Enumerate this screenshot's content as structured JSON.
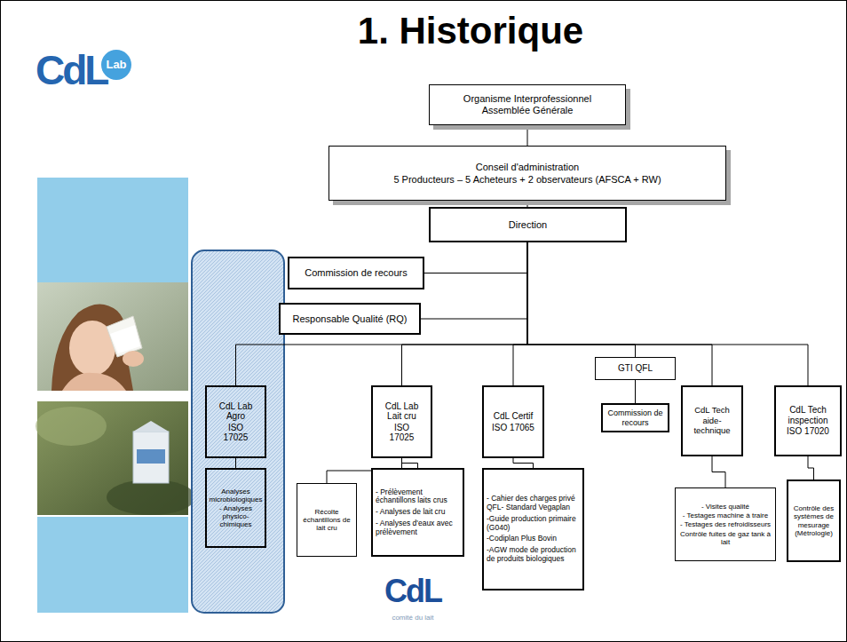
{
  "diagram": {
    "title": "1. Historique",
    "nodes": [
      {
        "text": [
          "Organisme Interprofessionnel Assemblée Générale"
        ]
      },
      {
        "text": [
          "Conseil d'administration",
          "5 Producteurs – 5 Acheteurs + 2 observateurs (AFSCA + RW)"
        ]
      },
      {
        "text": [
          "Direction"
        ]
      },
      {
        "text": [
          "Commission de recours"
        ]
      },
      {
        "text": [
          "Responsable Qualité (RQ)"
        ]
      },
      {
        "text": [
          "CdL Lab Agro",
          "ISO 17025"
        ]
      },
      {
        "text": [
          "Analyses microbiologiques",
          "- Analyses physico-chimiques"
        ]
      },
      {
        "text": [
          "CdL Lab Lait cru",
          "ISO 17025"
        ]
      },
      {
        "text": [
          "Récolte échantillons de lait cru"
        ]
      },
      {
        "text": [
          "- Prélèvement échantillons laits crus",
          "- Analyses de lait cru",
          "- Analyses d'eaux avec prélèvement"
        ]
      },
      {
        "text": [
          "CdL Certif",
          "ISO 17065"
        ]
      },
      {
        "text": [
          "- Cahier des charges privé QFL- Standard Vegaplan",
          "-Guide production primaire (G040)",
          "-Codiplan Plus Bovin",
          "-AGW mode de production de produits biologiques"
        ]
      },
      {
        "text": [
          "GTI QFL"
        ]
      },
      {
        "text": [
          "Commission de recours"
        ]
      },
      {
        "text": [
          "CdL Tech",
          "aide-technique"
        ]
      },
      {
        "text": [
          "- Visites qualité",
          "- Testages machine à traire",
          "- Testages des refroidisseurs",
          "Contrôle fuites de gaz tank à lait"
        ]
      },
      {
        "text": [
          "CdL Tech inspection",
          "ISO 17020"
        ]
      },
      {
        "text": [
          "Contrôle des systèmes de mesurage (Métrologie)"
        ]
      }
    ],
    "edges": [
      {
        "from": 0,
        "to": 1,
        "arrow": "none"
      },
      {
        "from": 1,
        "to": 2,
        "arrow": "none"
      },
      {
        "from": 2,
        "to": 3,
        "arrow": "none"
      },
      {
        "from": 2,
        "to": 4,
        "arrow": "none"
      },
      {
        "from": 2,
        "to": 5,
        "arrow": "none"
      },
      {
        "from": 2,
        "to": 7,
        "arrow": "none"
      },
      {
        "from": 2,
        "to": 10,
        "arrow": "none"
      },
      {
        "from": 2,
        "to": 12,
        "arrow": "none"
      },
      {
        "from": 2,
        "to": 14,
        "arrow": "none"
      },
      {
        "from": 2,
        "to": 16,
        "arrow": "none"
      },
      {
        "from": 5,
        "to": 6,
        "arrow": "none"
      },
      {
        "from": 7,
        "to": 8,
        "arrow": "none"
      },
      {
        "from": 7,
        "to": 9,
        "arrow": "none"
      },
      {
        "from": 10,
        "to": 11,
        "arrow": "none"
      },
      {
        "from": 12,
        "to": 13,
        "arrow": "none"
      },
      {
        "from": 14,
        "to": 15,
        "arrow": "none"
      },
      {
        "from": 16,
        "to": 17,
        "arrow": "none"
      }
    ],
    "labels": [
      "CdL",
      "Lab",
      "CdL",
      "comité du lait"
    ]
  }
}
